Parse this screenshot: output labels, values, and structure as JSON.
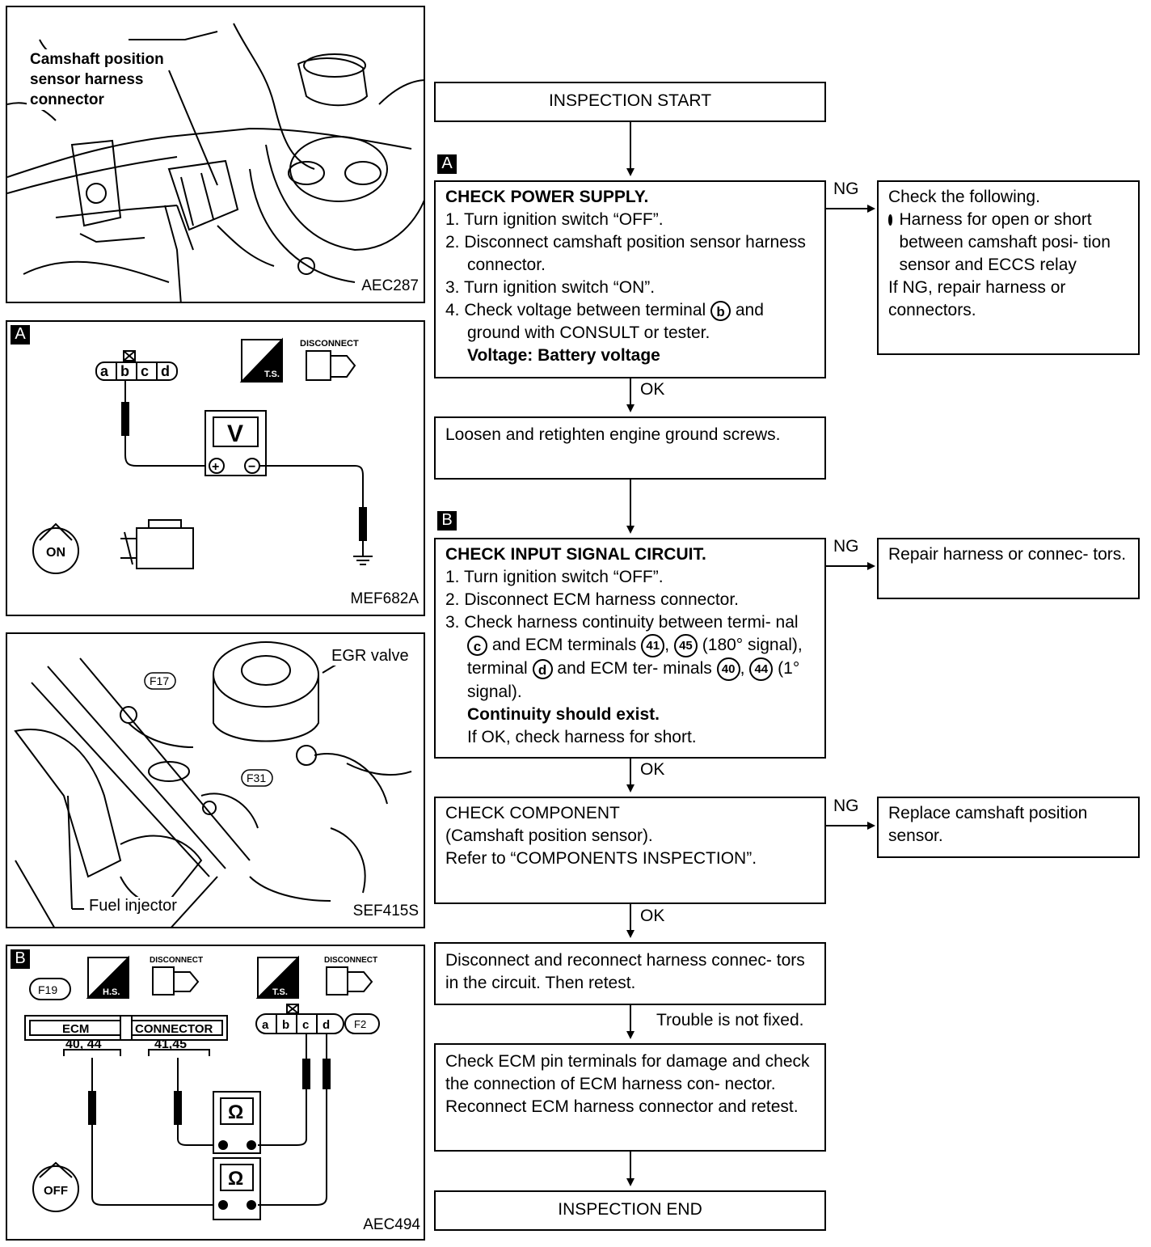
{
  "panels": {
    "p1": {
      "label": "Camshaft position sensor harness connector",
      "lines": [
        "Camshaft position",
        "sensor harness",
        "connector"
      ],
      "code": "AEC287"
    },
    "p2": {
      "tag": "A",
      "code": "MEF682A",
      "conn": [
        "a",
        "b",
        "c",
        "d"
      ],
      "meter": "V",
      "ts": "T.S.",
      "disconnect": "DISCONNECT",
      "on": "ON",
      "plus": "+",
      "minus": "−"
    },
    "p3": {
      "egr": "EGR valve",
      "f17": "F17",
      "f31": "F31",
      "injector": "Fuel injector",
      "code": "SEF415S"
    },
    "p4": {
      "tag": "B",
      "f19": "F19",
      "hs": "H.S.",
      "ts": "T.S.",
      "disconnect1": "DISCONNECT",
      "disconnect2": "DISCONNECT",
      "ecm": "ECM",
      "connector": "CONNECTOR",
      "term1": "40, 44",
      "term2": "41,45",
      "conn": [
        "a",
        "b",
        "c",
        "d"
      ],
      "f2": "F2",
      "ohm": "Ω",
      "off": "OFF",
      "code": "AEC494"
    }
  },
  "flow": {
    "start": "INSPECTION START",
    "tagA": "A",
    "stepA": {
      "title": "CHECK POWER SUPPLY.",
      "items": [
        "1. Turn ignition switch “OFF”.",
        "2. Disconnect camshaft position sensor harness connector.",
        "3. Turn ignition switch “ON”."
      ],
      "item4a": "4. Check voltage between terminal",
      "item4term": "b",
      "item4b": "and ground with CONSULT or tester.",
      "spec": "Voltage: Battery voltage"
    },
    "ngA": {
      "title": "Check the following.",
      "bullet": "Harness for open or short between camshaft posi- tion sensor and ECCS relay",
      "footer": "If NG, repair harness or connectors."
    },
    "loosen": "Loosen and retighten engine ground screws.",
    "tagB": "B",
    "stepB": {
      "title": "CHECK INPUT SIGNAL CIRCUIT.",
      "item1": "1. Turn ignition switch “OFF”.",
      "item2": "2. Disconnect ECM harness connector.",
      "item3a": "3. Check harness continuity between termi- nal",
      "termC": "c",
      "item3b": "and ECM terminals",
      "t41": "41",
      "comma1": ",",
      "t45": "45",
      "item3c": "(180° signal), terminal",
      "termD": "d",
      "item3d": "and ECM ter- minals",
      "t40": "40",
      "comma2": ",",
      "t44": "44",
      "item3e": "(1° signal).",
      "spec": "Continuity should exist.",
      "note": "If OK, check harness for short."
    },
    "ngB": "Repair harness or connec- tors.",
    "stepC": {
      "title": "CHECK COMPONENT",
      "sub": "(Camshaft position sensor).",
      "ref": "Refer to “COMPONENTS INSPECTION”."
    },
    "ngC": "Replace camshaft position sensor.",
    "reconnect": "Disconnect and reconnect harness connec- tors in the circuit. Then retest.",
    "notFixed": "Trouble is not fixed.",
    "ecmCheck": "Check ECM pin terminals for damage and check the connection of ECM harness con- nector. Reconnect ECM harness connector and retest.",
    "end": "INSPECTION END",
    "ng": "NG",
    "ok": "OK"
  }
}
